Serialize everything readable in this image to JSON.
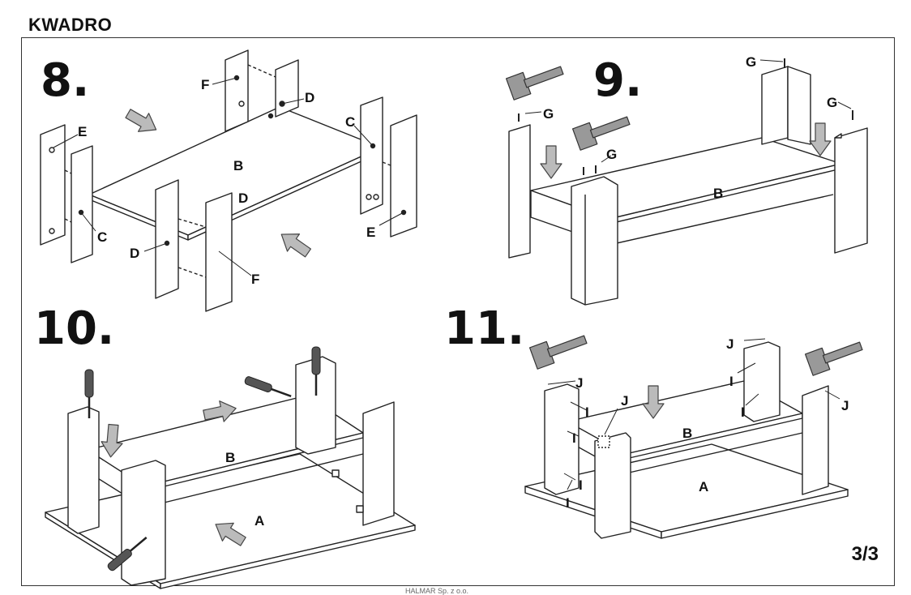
{
  "header": {
    "title": "KWADRO"
  },
  "steps": [
    {
      "number": "8."
    },
    {
      "number": "9."
    },
    {
      "number": "10."
    },
    {
      "number": "11."
    }
  ],
  "labels": {
    "s8": [
      "F",
      "D",
      "E",
      "C",
      "B",
      "D",
      "C",
      "D",
      "F",
      "E"
    ],
    "s9": [
      "G",
      "G",
      "G",
      "G",
      "B"
    ],
    "s10": [
      "B",
      "A"
    ],
    "s11": [
      "J",
      "J",
      "I",
      "J",
      "I",
      "J",
      "I",
      "B",
      "I",
      "I",
      "A",
      "I"
    ]
  },
  "page": {
    "number": "3/3"
  },
  "footer": {
    "text": "HALMAR Sp. z o.o."
  },
  "colors": {
    "line": "#222222",
    "arrow_fill": "#bbbbbb",
    "hammer_fill": "#999999"
  }
}
